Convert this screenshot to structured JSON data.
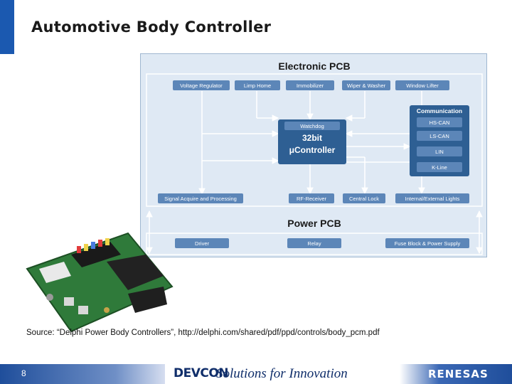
{
  "slide": {
    "title": "Automotive Body Controller",
    "source": "Source: “Delphi Power Body Controllers”, http://delphi.com/shared/pdf/ppd/controls/body_pcm.pdf",
    "page_number": "8"
  },
  "diagram": {
    "electronic_title": "Electronic PCB",
    "top_modules": [
      "Voltage Regulator",
      "Limp Home",
      "Immobilizer",
      "Wiper & Washer",
      "Window Lifter"
    ],
    "core": {
      "watchdog": "Watchdog",
      "line1": "32bit",
      "line2": "μController"
    },
    "communication": {
      "title": "Communication",
      "buses": [
        "HS-CAN",
        "LS-CAN",
        "LIN",
        "K-Line"
      ]
    },
    "bottom_modules": [
      "Signal Acquire and Processing",
      "RF-Receiver",
      "Central Lock",
      "Internal/External Lights"
    ],
    "power_title": "Power PCB",
    "power_modules": [
      "Driver",
      "Relay",
      "Fuse Block & Power Supply"
    ]
  },
  "footer": {
    "devcon_logo": "DEVCON",
    "tagline": "Solutions for Innovation",
    "renesas_logo": "RENESAS"
  },
  "colors": {
    "accent": "#1b59b0",
    "diagram_bg": "#dfe9f4",
    "box": "#5c86b8",
    "core": "#2e5f93",
    "footer_blue": "#1f4e9b"
  }
}
